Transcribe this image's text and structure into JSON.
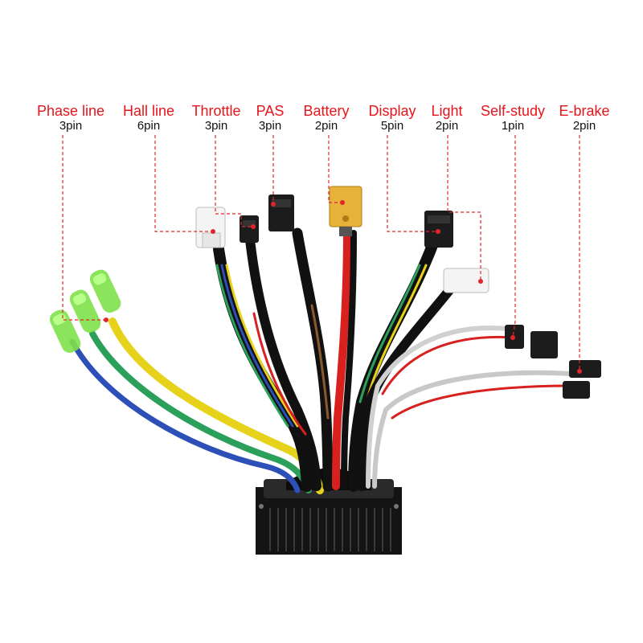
{
  "colors": {
    "label_red": "#e8141b",
    "leader_red": "#e3262b",
    "housing": "#1a1a1a",
    "phase_yellow": "#e6d21a",
    "phase_green": "#2aa05a",
    "phase_blue": "#2d4fb8",
    "battery_red": "#d8201e",
    "terminal_green": "#7fe04a",
    "xt60_yellow": "#e6b23a"
  },
  "connectors": [
    {
      "key": "phase_line",
      "name": "Phase line",
      "pins": "3pin",
      "icon": "bullet-terminal-icon"
    },
    {
      "key": "hall_line",
      "name": "Hall line",
      "pins": "6pin",
      "icon": "white-plug-icon"
    },
    {
      "key": "throttle",
      "name": "Throttle",
      "pins": "3pin",
      "icon": "black-plug-icon"
    },
    {
      "key": "pas",
      "name": "PAS",
      "pins": "3pin",
      "icon": "black-plug-icon"
    },
    {
      "key": "battery",
      "name": "Battery",
      "pins": "2pin",
      "icon": "xt60-connector-icon"
    },
    {
      "key": "display",
      "name": "Display",
      "pins": "5pin",
      "icon": "black-plug-icon"
    },
    {
      "key": "light",
      "name": "Light",
      "pins": "2pin",
      "icon": "white-plug-icon"
    },
    {
      "key": "self_study",
      "name": "Self-study",
      "pins": "1pin",
      "icon": "black-plug-icon"
    },
    {
      "key": "e_brake",
      "name": "E-brake",
      "pins": "2pin",
      "icon": "black-plug-icon"
    }
  ]
}
